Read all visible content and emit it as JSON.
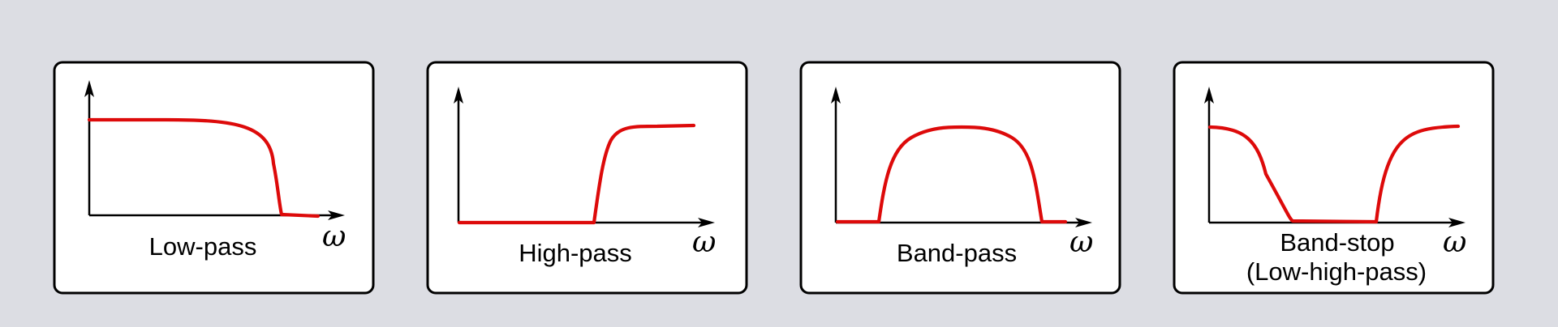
{
  "background": "#dcdde3",
  "curve_color": "#dd0a0a",
  "axis_symbol": "ω",
  "panels": [
    {
      "type": "low-pass",
      "label": [
        "Low-pass"
      ]
    },
    {
      "type": "high-pass",
      "label": [
        "High-pass"
      ]
    },
    {
      "type": "band-pass",
      "label": [
        "Band-pass"
      ]
    },
    {
      "type": "band-stop",
      "label": [
        "Band-stop",
        "(Low-high-pass)"
      ]
    }
  ]
}
